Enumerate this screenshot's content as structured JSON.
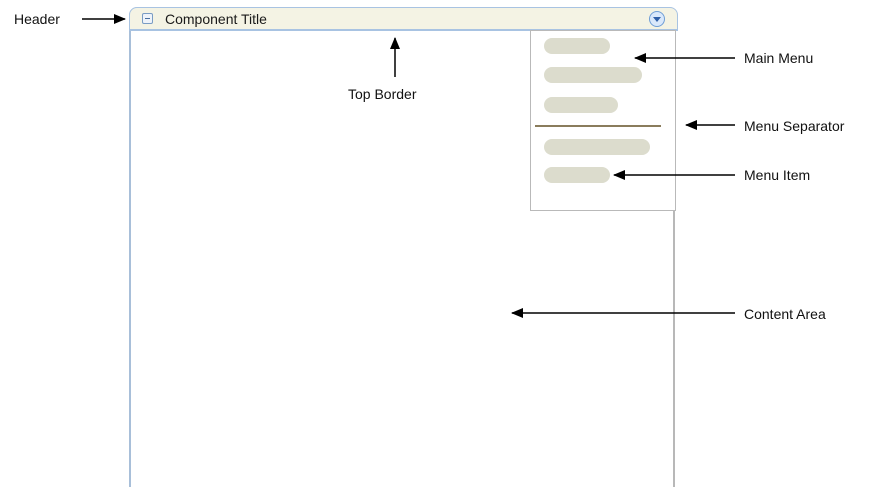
{
  "component": {
    "title": "Component Title"
  },
  "annotations": {
    "header": "Header",
    "top_border": "Top Border",
    "main_menu": "Main Menu",
    "menu_separator": "Menu Separator",
    "menu_item": "Menu Item",
    "content_area": "Content Area"
  },
  "menu": {
    "items_above_separator": 3,
    "items_below_separator": 2
  },
  "colors": {
    "header_background": "#f4f3e4",
    "header_border": "#a8c3e2",
    "menu_item_placeholder": "#dcdccd",
    "separator": "#8a7c5c",
    "arrow": "#000000"
  }
}
